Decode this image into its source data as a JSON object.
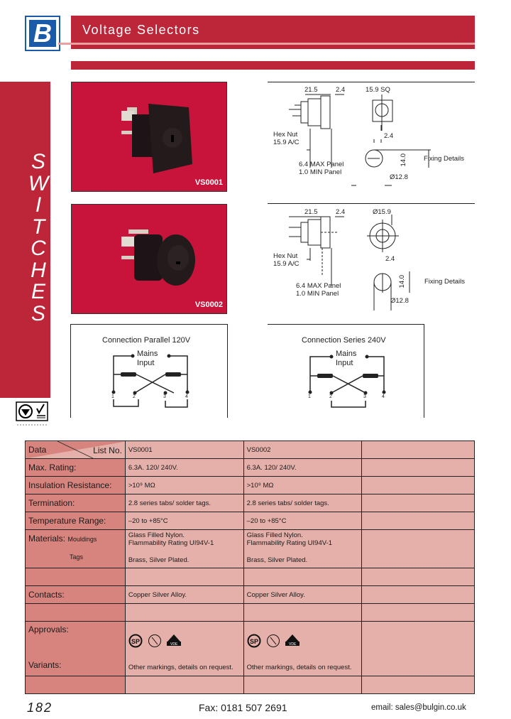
{
  "header": {
    "logo_letter": "B",
    "title": "Voltage Selectors",
    "brand_color": "#bd2539",
    "logo_color": "#1b5aa8"
  },
  "side": {
    "category_letters": [
      "S",
      "W",
      "I",
      "T",
      "C",
      "H",
      "E",
      "S"
    ],
    "category": "SWITCHES"
  },
  "products": [
    {
      "code": "VS0001",
      "photo_label": "VS0001",
      "drawing": {
        "dim_length": "21.5",
        "dim_flange": "2.4",
        "front_size": "15.9 SQ",
        "hex_nut_line1": "Hex Nut",
        "hex_nut_line2": "15.9 A/C",
        "panel_max": "6.4 MAX Panel",
        "panel_min": "1.0 MIN Panel",
        "fix_key": "2.4",
        "fix_height": "14.0",
        "fix_dia": "Ø12.8",
        "fixing_label": "Fixing Details"
      }
    },
    {
      "code": "VS0002",
      "photo_label": "VS0002",
      "drawing": {
        "dim_length": "21.5",
        "dim_flange": "2.4",
        "front_size": "Ø15.9",
        "hex_nut_line1": "Hex Nut",
        "hex_nut_line2": "15.9 A/C",
        "panel_max": "6.4 MAX Panel",
        "panel_min": "1.0 MIN Panel",
        "fix_key": "2.4",
        "fix_height": "14.0",
        "fix_dia": "Ø12.8",
        "fixing_label": "Fixing Details"
      }
    }
  ],
  "connections": [
    {
      "title": "Connection Parallel 120V",
      "mains_line1": "Mains",
      "mains_line2": "Input",
      "pins": [
        "1",
        "2",
        "3",
        "4"
      ]
    },
    {
      "title": "Connection Series 240V",
      "mains_line1": "Mains",
      "mains_line2": "Input",
      "pins": [
        "1",
        "2",
        "3",
        "4"
      ]
    }
  ],
  "table": {
    "header": {
      "data_label": "Data",
      "list_label": "List No.",
      "col1": "VS0001",
      "col2": "VS0002",
      "col3": ""
    },
    "rows": {
      "max_rating": {
        "label": "Max. Rating:",
        "col1": "6.3A. 120/ 240V.",
        "col2": "6.3A. 120/ 240V."
      },
      "insulation": {
        "label": "Insulation Resistance:",
        "col1": ">10⁹ MΩ",
        "col2": ">10⁹ MΩ"
      },
      "termination": {
        "label": "Termination:",
        "col1": "2.8 series tabs/ solder tags.",
        "col2": "2.8 series tabs/ solder tags."
      },
      "temperature": {
        "label": "Temperature Range:",
        "col1": "–20 to +85°C",
        "col2": "–20 to +85°C"
      },
      "materials": {
        "label": "Materials:",
        "sub_mouldings": "Mouldings",
        "sub_tags": "Tags",
        "col1_mouldings_1": "Glass Filled Nylon.",
        "col1_mouldings_2": "Flammability Rating UI94V-1",
        "col1_tags": "Brass, Silver Plated.",
        "col2_mouldings_1": "Glass Filled Nylon.",
        "col2_mouldings_2": "Flammability Rating UI94V-1",
        "col2_tags": "Brass, Silver Plated."
      },
      "contacts": {
        "label": "Contacts:",
        "col1": "Copper Silver Alloy.",
        "col2": "Copper Silver Alloy."
      },
      "approvals": {
        "label": "Approvals:",
        "icons": [
          "csa-icon",
          "s-mark-icon",
          "vde-icon"
        ]
      },
      "variants": {
        "label": "Variants:",
        "col1": "Other markings, details on request.",
        "col2": "Other markings, details on request."
      }
    }
  },
  "footer": {
    "page_number": "182",
    "fax": "Fax: 0181 507 2691",
    "email": "email: sales@bulgin.co.uk"
  }
}
